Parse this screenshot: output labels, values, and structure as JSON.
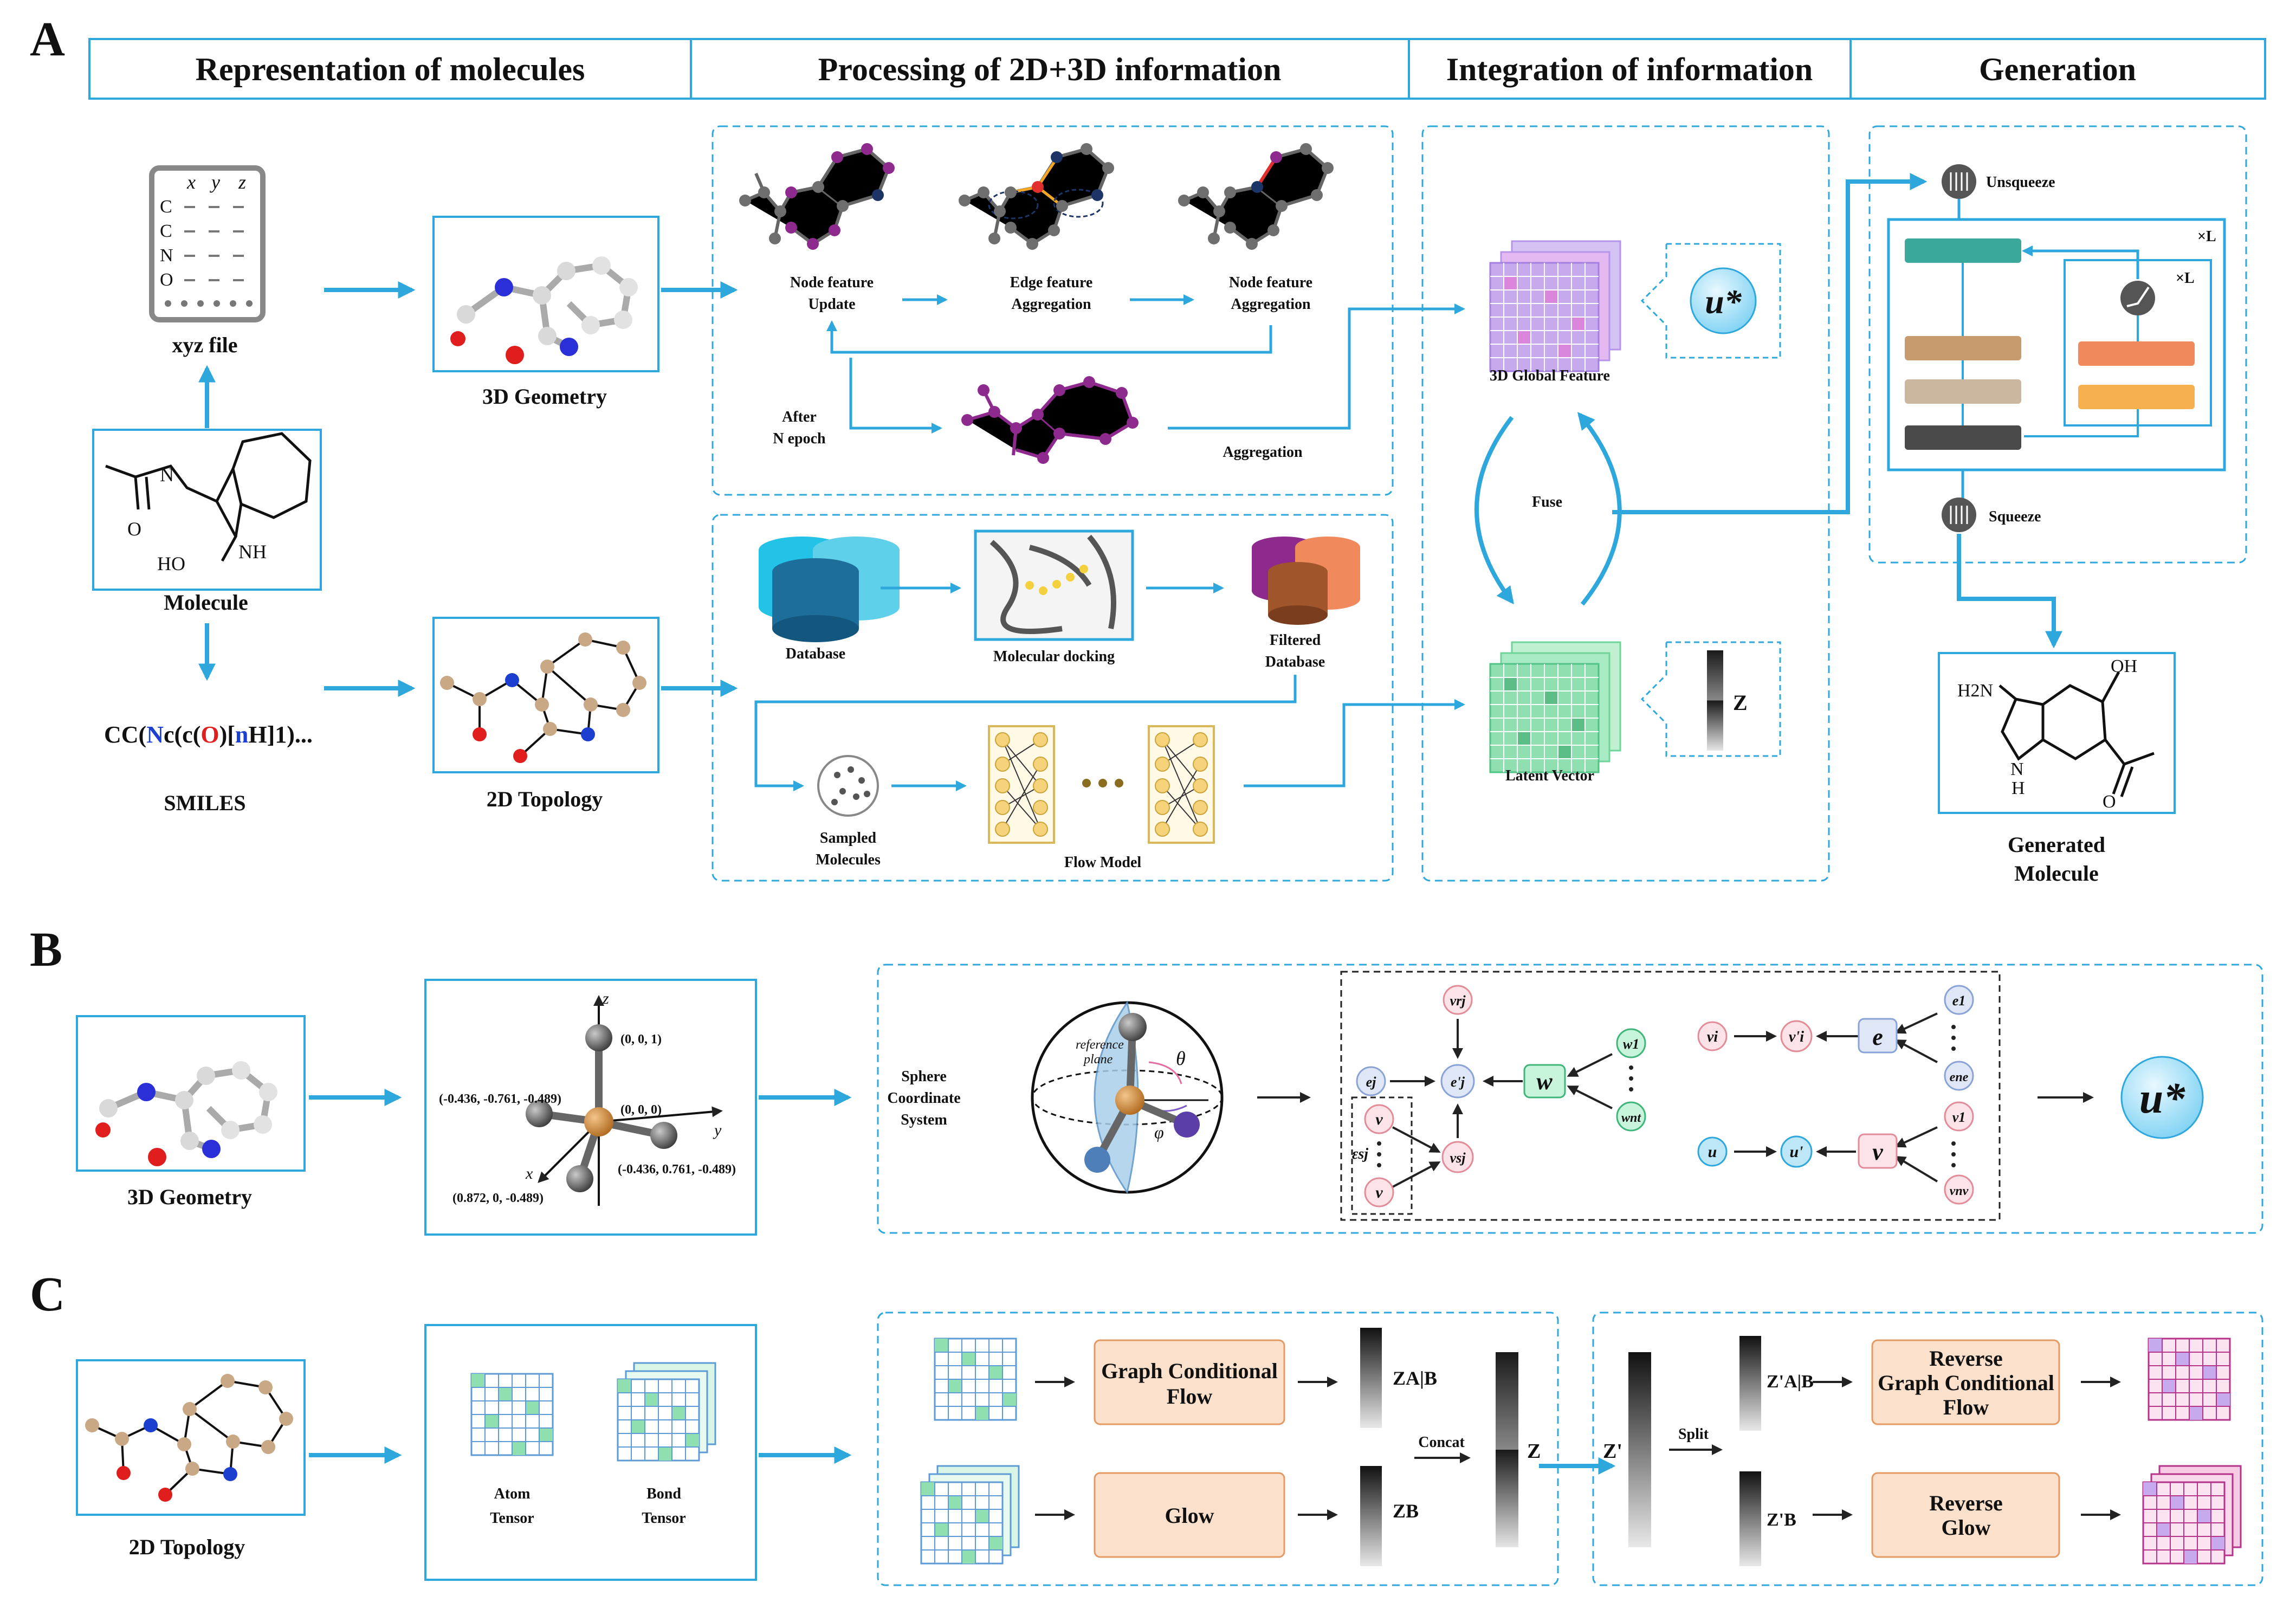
{
  "panels": {
    "a": "A",
    "b": "B",
    "c": "C"
  },
  "headers": [
    "Representation of molecules",
    "Processing of 2D+3D information",
    "Integration of information",
    "Generation"
  ],
  "panel_a": {
    "xyz_cols": [
      "x",
      "y",
      "z"
    ],
    "xyz_rows": [
      "C",
      "C",
      "N",
      "O"
    ],
    "xyz_file": "xyz file",
    "geometry_3d": "3D Geometry",
    "molecule": "Molecule",
    "smiles_label": "SMILES",
    "smiles_text": {
      "p1": "CC(",
      "p2": "N",
      "p3": "c(c(",
      "p4": "O",
      "p5": ")[",
      "p6": "n",
      "p7": "H]1)..."
    },
    "topology_2d": "2D Topology",
    "node_update": [
      "Node feature",
      "Update"
    ],
    "edge_agg": [
      "Edge feature",
      "Aggregation"
    ],
    "node_agg": [
      "Node feature",
      "Aggregation"
    ],
    "after": [
      "After",
      "N epoch"
    ],
    "aggregation": "Aggregation",
    "database": "Database",
    "docking": "Molecular docking",
    "filtered": [
      "Filtered",
      "Database"
    ],
    "sampled": [
      "Sampled",
      "Molecules"
    ],
    "flow_model": "Flow Model",
    "global_feature": "3D Global Feature",
    "fuse": "Fuse",
    "latent": "Latent Vector",
    "u_star": "u*",
    "z": "Z",
    "unsqueeze": "Unsqueeze",
    "squeeze": "Squeeze",
    "xl": "×L",
    "generated": [
      "Generated",
      "Molecule"
    ],
    "atoms": {
      "O": "O",
      "OH": "OH",
      "N": "N",
      "H": "H",
      "NH": "NH",
      "H2N": "H2N",
      "HO": "HO"
    }
  },
  "panel_b": {
    "geometry_3d": "3D Geometry",
    "coords": {
      "z": "z",
      "y": "y",
      "x": "x",
      "c1": "(0, 0, 1)",
      "c2": "(-0.436, -0.761, -0.489)",
      "c3": "(0, 0, 0)",
      "c4": "(-0.436, 0.761, -0.489)",
      "c5": "(0.872, 0, -0.489)"
    },
    "sphere": [
      "Sphere",
      "Coordinate",
      "System"
    ],
    "ref_plane": [
      "reference",
      "plane"
    ],
    "theta": "θ",
    "phi": "φ",
    "nodes": {
      "vrj": "vrj",
      "ej": "ej",
      "ejp": "e'j",
      "w": "w",
      "w1": "w1",
      "wn": "wnt",
      "v": "v",
      "vsj": "vsj",
      "esj": "εsj",
      "vi": "vi",
      "vip": "v'i",
      "e": "e",
      "e1": "e1",
      "ene": "ene",
      "u": "u",
      "up": "u'",
      "vv": "v",
      "v1": "v1",
      "vnv": "vnv"
    },
    "u_star": "u*"
  },
  "panel_c": {
    "topology_2d": "2D Topology",
    "atom_tensor": [
      "Atom",
      "Tensor"
    ],
    "bond_tensor": [
      "Bond",
      "Tensor"
    ],
    "gcf": [
      "Graph Conditional",
      "Flow"
    ],
    "glow": "Glow",
    "za": "ZA|B",
    "zb": "ZB",
    "concat": "Concat",
    "z": "Z",
    "zp": "Z'",
    "split": "Split",
    "zap": "Z'A|B",
    "zbp": "Z'B",
    "rgcf": [
      "Reverse",
      "Graph Conditional",
      "Flow"
    ],
    "rglow": [
      "Reverse",
      "Glow"
    ]
  },
  "colors": {
    "accent": "#2ea7dd",
    "atom_gray": "#6e6e6e",
    "atom_purple": "#8e2a8e",
    "atom_navy": "#1d3566",
    "orange_box": "#fbe0cb",
    "teal": "#3aa99b",
    "tan": "#c89b6e",
    "sand": "#cbb7a0",
    "dark": "#4a4a4a",
    "salmon": "#f08a5d",
    "amber": "#f6b04d",
    "grid_green": "#8fdfb0",
    "grid_purple": "#c7a9ee",
    "grid_pink": "#f2b8da"
  }
}
